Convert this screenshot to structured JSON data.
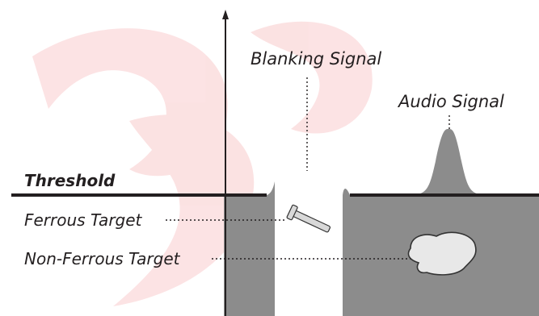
{
  "labels": {
    "blanking_signal": "Blanking Signal",
    "audio_signal": "Audio Signal",
    "threshold": "Threshold",
    "ferrous_target": "Ferrous Target",
    "non_ferrous_target": "Non-Ferrous Target"
  },
  "colors": {
    "signal_fill": "#8c8c8c",
    "threshold_line": "#231f20",
    "axis": "#231f20",
    "watermark": "#e8383d"
  }
}
